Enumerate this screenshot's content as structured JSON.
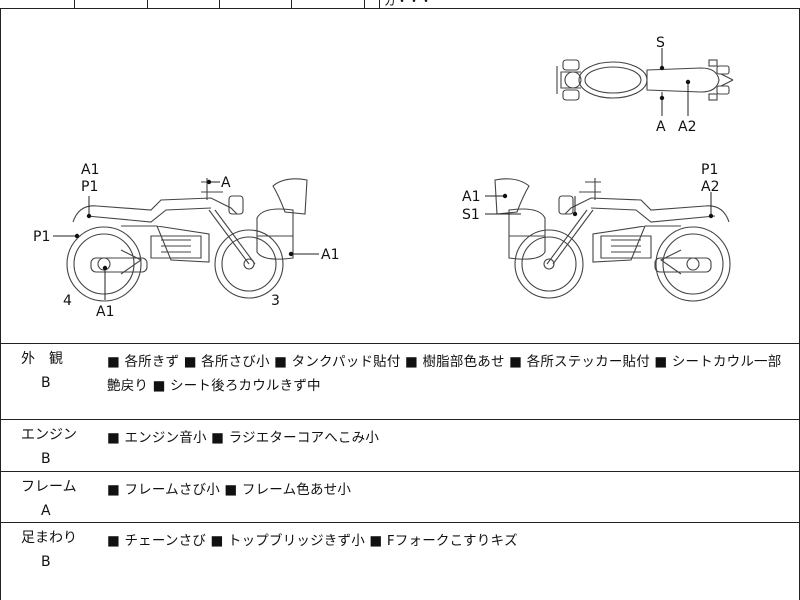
{
  "top_strip_text": "ガ・・・",
  "diagram": {
    "top_view": {
      "s": "S",
      "a": "A",
      "a2": "A2"
    },
    "left_view": {
      "a1_top": "A1",
      "p1_top": "P1",
      "p1_left": "P1",
      "a_tank": "A",
      "a1_rear": "A1",
      "a1_bottom": "A1",
      "wheel_front_num": "4",
      "wheel_rear_num": "3"
    },
    "right_view": {
      "a1": "A1",
      "s1": "S1",
      "p1": "P1",
      "a2": "A2"
    }
  },
  "sections": [
    {
      "label": "外　観",
      "grade": "B",
      "items": "■ 各所きず ■ 各所さび小 ■ タンクパッド貼付 ■ 樹脂部色あせ ■ 各所ステッカー貼付 ■ シートカウル一部艶戻り ■ シート後ろカウルきず中"
    },
    {
      "label": "エンジン",
      "grade": "B",
      "items": "■ エンジン音小 ■ ラジエターコアへこみ小"
    },
    {
      "label": "フレーム",
      "grade": "A",
      "items": "■ フレームさび小 ■ フレーム色あせ小"
    },
    {
      "label": "足まわり",
      "grade": "B",
      "items": "■ チェーンさび ■ トップブリッジきず小 ■ Fフォークこすりキズ"
    }
  ]
}
